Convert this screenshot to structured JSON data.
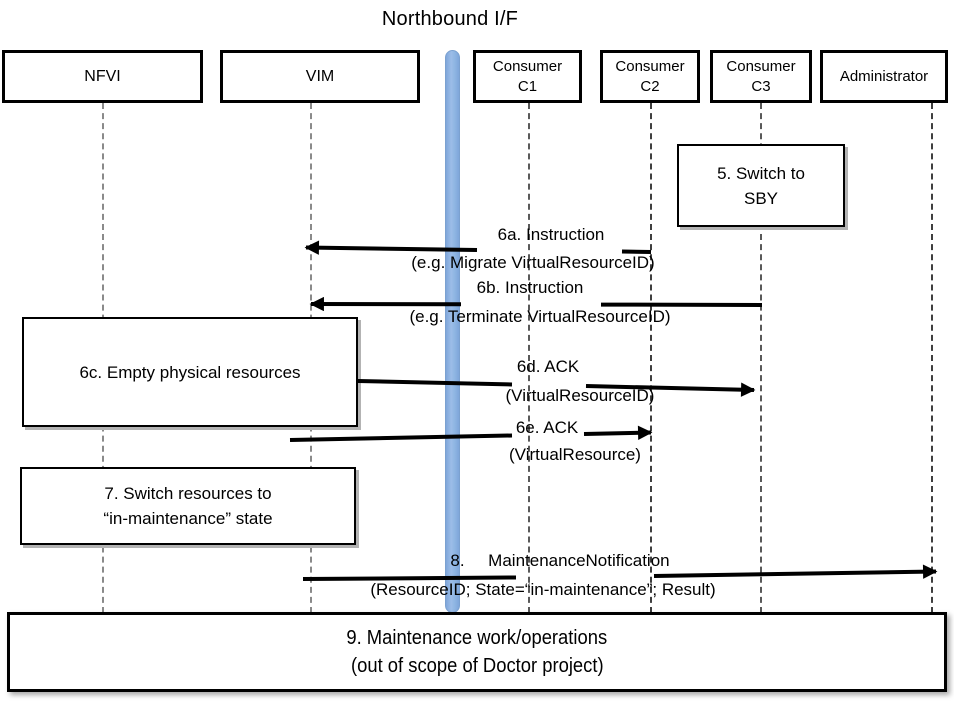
{
  "title": "Northbound I/F",
  "actors": [
    {
      "id": "nfvi",
      "lines": [
        "NFVI"
      ]
    },
    {
      "id": "vim",
      "lines": [
        "VIM"
      ]
    },
    {
      "id": "consumer-c1",
      "lines": [
        "Consumer",
        "C1"
      ]
    },
    {
      "id": "consumer-c2",
      "lines": [
        "Consumer",
        "C2"
      ]
    },
    {
      "id": "consumer-c3",
      "lines": [
        "Consumer",
        "C3"
      ]
    },
    {
      "id": "administrator",
      "lines": [
        "Administrator"
      ]
    }
  ],
  "notes": [
    {
      "id": "step-5",
      "lines": [
        "5. Switch to",
        "SBY"
      ]
    },
    {
      "id": "step-6c",
      "lines": [
        "6c. Empty physical resources"
      ]
    },
    {
      "id": "step-7",
      "lines": [
        "7. Switch resources to",
        "“in-maintenance” state"
      ]
    },
    {
      "id": "step-9",
      "lines": [
        "9. Maintenance work/operations",
        "(out of scope of Doctor project)"
      ]
    }
  ],
  "messages": [
    {
      "id": "6a",
      "name": "6a. Instruction",
      "detail": "(e.g. Migrate VirtualResourceID)"
    },
    {
      "id": "6b",
      "name": "6b. Instruction",
      "detail": "(e.g. Terminate VirtualResourceID)"
    },
    {
      "id": "6d",
      "name": "6d. ACK",
      "detail": "(VirtualResourceID)"
    },
    {
      "id": "6e",
      "name": "6e. ACK",
      "detail": "(VirtualResource)"
    },
    {
      "id": "8",
      "name": "8.     MaintenanceNotification",
      "detail": "(ResourceID; State=“in-maintenance”; Result)"
    }
  ],
  "colors": {
    "bar_fill": "#8DB4E2",
    "bar_border": "#7BA1D0",
    "arrow": "#000000",
    "note_shadow": "#B3B3B3"
  }
}
